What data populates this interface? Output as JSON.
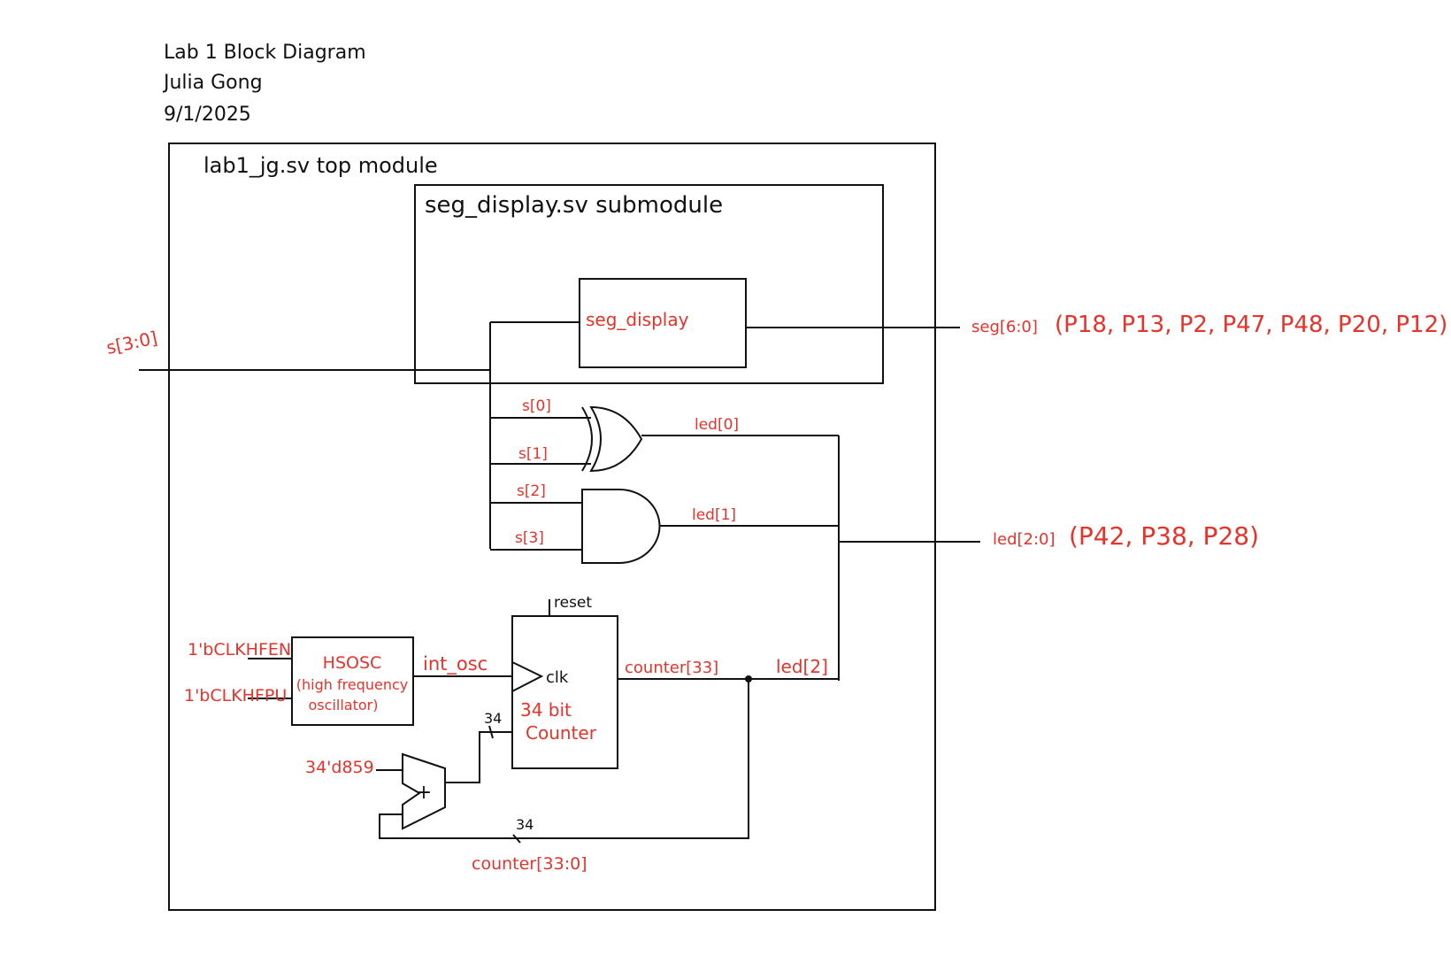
{
  "header": {
    "title": "Lab 1 Block Diagram",
    "author": "Julia Gong",
    "date": "9/1/2025"
  },
  "top_module": {
    "label": "lab1_jg.sv top module"
  },
  "submodule": {
    "label": "seg_display.sv submodule",
    "block": "seg_display"
  },
  "signals": {
    "s_in": "s[3:0]",
    "seg_out": "seg[6:0]",
    "seg_pins": "(P18, P13, P2, P47, P48, P20, P12)",
    "led_out": "led[2:0]",
    "led_pins": "(P42, P38, P28)",
    "s0": "s[0]",
    "s1": "s[1]",
    "s2": "s[2]",
    "s3": "s[3]",
    "led0": "led[0]",
    "led1": "led[1]",
    "led2": "led[2]",
    "clkhfen": "1'bCLKHFEN",
    "clkhfpu": "1'bCLKHFPU",
    "int_osc": "int_osc",
    "reset": "reset",
    "clk": "clk",
    "counter33": "counter[33]",
    "counter_bus": "counter[33:0]",
    "const": "34'd859",
    "width1": "34",
    "width2": "34",
    "plus": "+"
  },
  "blocks": {
    "hsosc_line1": "HSOSC",
    "hsosc_line2": "(high frequency",
    "hsosc_line3": "oscillator)",
    "counter_line1": "34 bit",
    "counter_line2": "Counter"
  },
  "colors": {
    "annotation": "#e8322a",
    "ink": "#111111"
  }
}
